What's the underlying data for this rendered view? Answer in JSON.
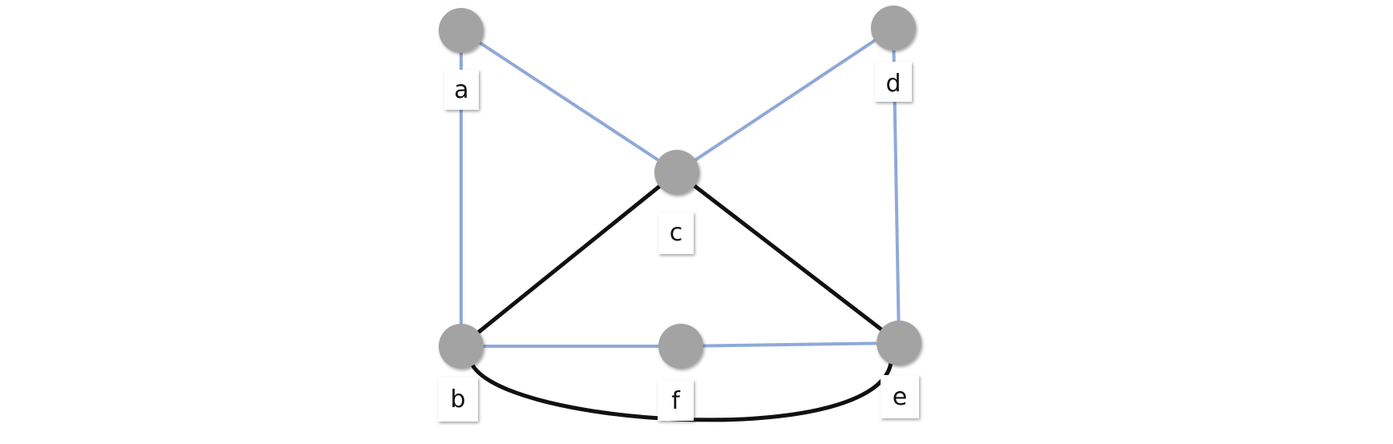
{
  "graph": {
    "nodes": [
      {
        "id": "a",
        "label": "a"
      },
      {
        "id": "b",
        "label": "b"
      },
      {
        "id": "c",
        "label": "c"
      },
      {
        "id": "d",
        "label": "d"
      },
      {
        "id": "e",
        "label": "e"
      },
      {
        "id": "f",
        "label": "f"
      }
    ],
    "edges": [
      {
        "from": "a",
        "to": "b",
        "color": "blue"
      },
      {
        "from": "a",
        "to": "c",
        "color": "blue"
      },
      {
        "from": "c",
        "to": "d",
        "color": "blue"
      },
      {
        "from": "d",
        "to": "e",
        "color": "blue"
      },
      {
        "from": "b",
        "to": "f",
        "color": "blue"
      },
      {
        "from": "f",
        "to": "e",
        "color": "blue"
      },
      {
        "from": "b",
        "to": "c",
        "color": "black"
      },
      {
        "from": "c",
        "to": "e",
        "color": "black"
      },
      {
        "from": "b",
        "to": "e",
        "color": "black",
        "curved": true
      }
    ]
  },
  "colors": {
    "blue_edge": "#8fa9d8",
    "black_edge": "#111111",
    "node_fill": "#a3a3a3",
    "label_bg": "#ffffff"
  }
}
